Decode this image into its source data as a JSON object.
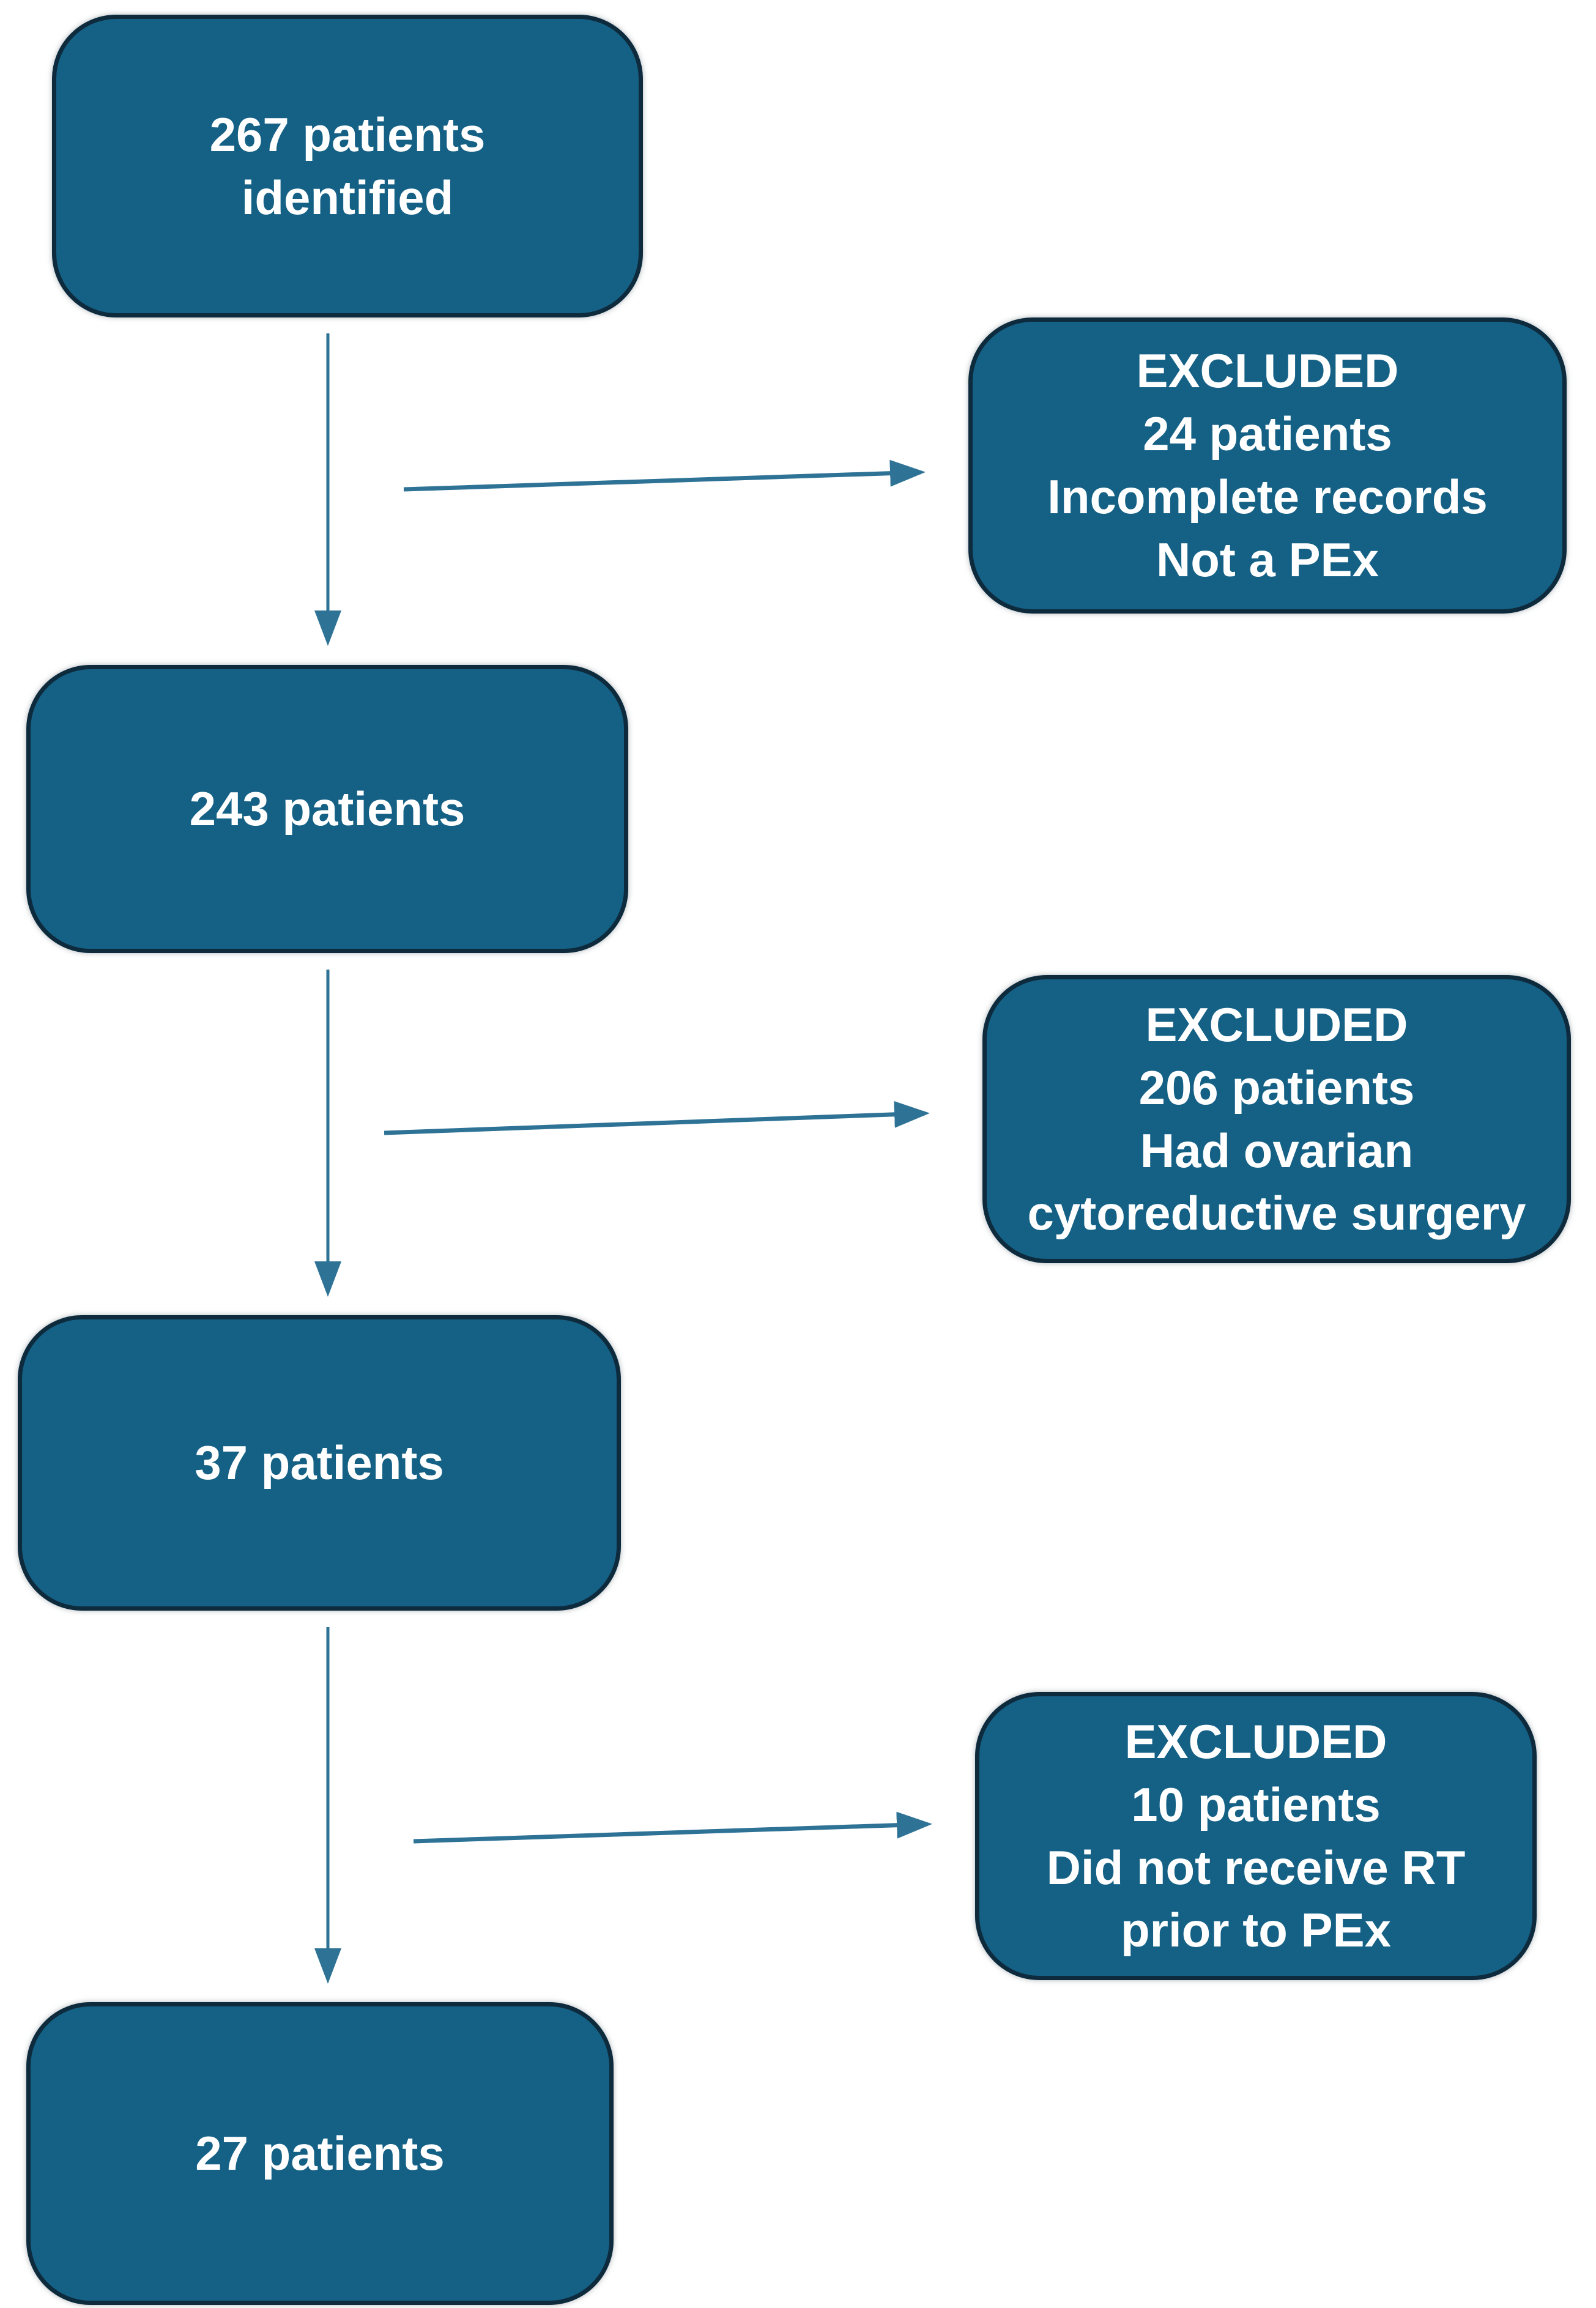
{
  "diagram": {
    "colors": {
      "background": "#ffffff",
      "box_fill": "#156186",
      "box_border": "#0d2b3d",
      "arrow_color": "#2e7396",
      "text_color": "#ffffff"
    },
    "main_boxes": [
      {
        "label": "267 patients identified",
        "lines": [
          "267 patients",
          "identified"
        ]
      },
      {
        "label": "243 patients",
        "lines": [
          "243 patients"
        ]
      },
      {
        "label": "37 patients",
        "lines": [
          "37 patients"
        ]
      },
      {
        "label": "27 patients",
        "lines": [
          "27 patients"
        ]
      }
    ],
    "excluded_boxes": [
      {
        "label": "Excluded: 24 patients",
        "lines": [
          "EXCLUDED",
          "24 patients",
          "Incomplete records",
          "Not a PEx"
        ]
      },
      {
        "label": "Excluded: 206 patients",
        "lines": [
          "EXCLUDED",
          "206 patients",
          "Had ovarian",
          "cytoreductive surgery"
        ]
      },
      {
        "label": "Excluded: 10 patients",
        "lines": [
          "EXCLUDED",
          "10 patients",
          "Did not receive RT",
          "prior to PEx"
        ]
      }
    ]
  }
}
